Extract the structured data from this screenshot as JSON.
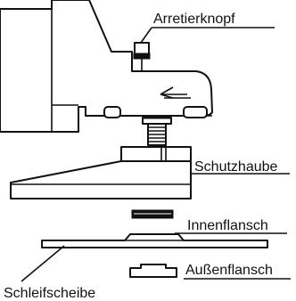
{
  "labels": {
    "detent_button": "Arretierknopf",
    "guard": "Schutzhaube",
    "inner_flange": "Innenflansch",
    "outer_flange": "Außenflansch",
    "grinding_disc": "Schleifscheibe"
  }
}
